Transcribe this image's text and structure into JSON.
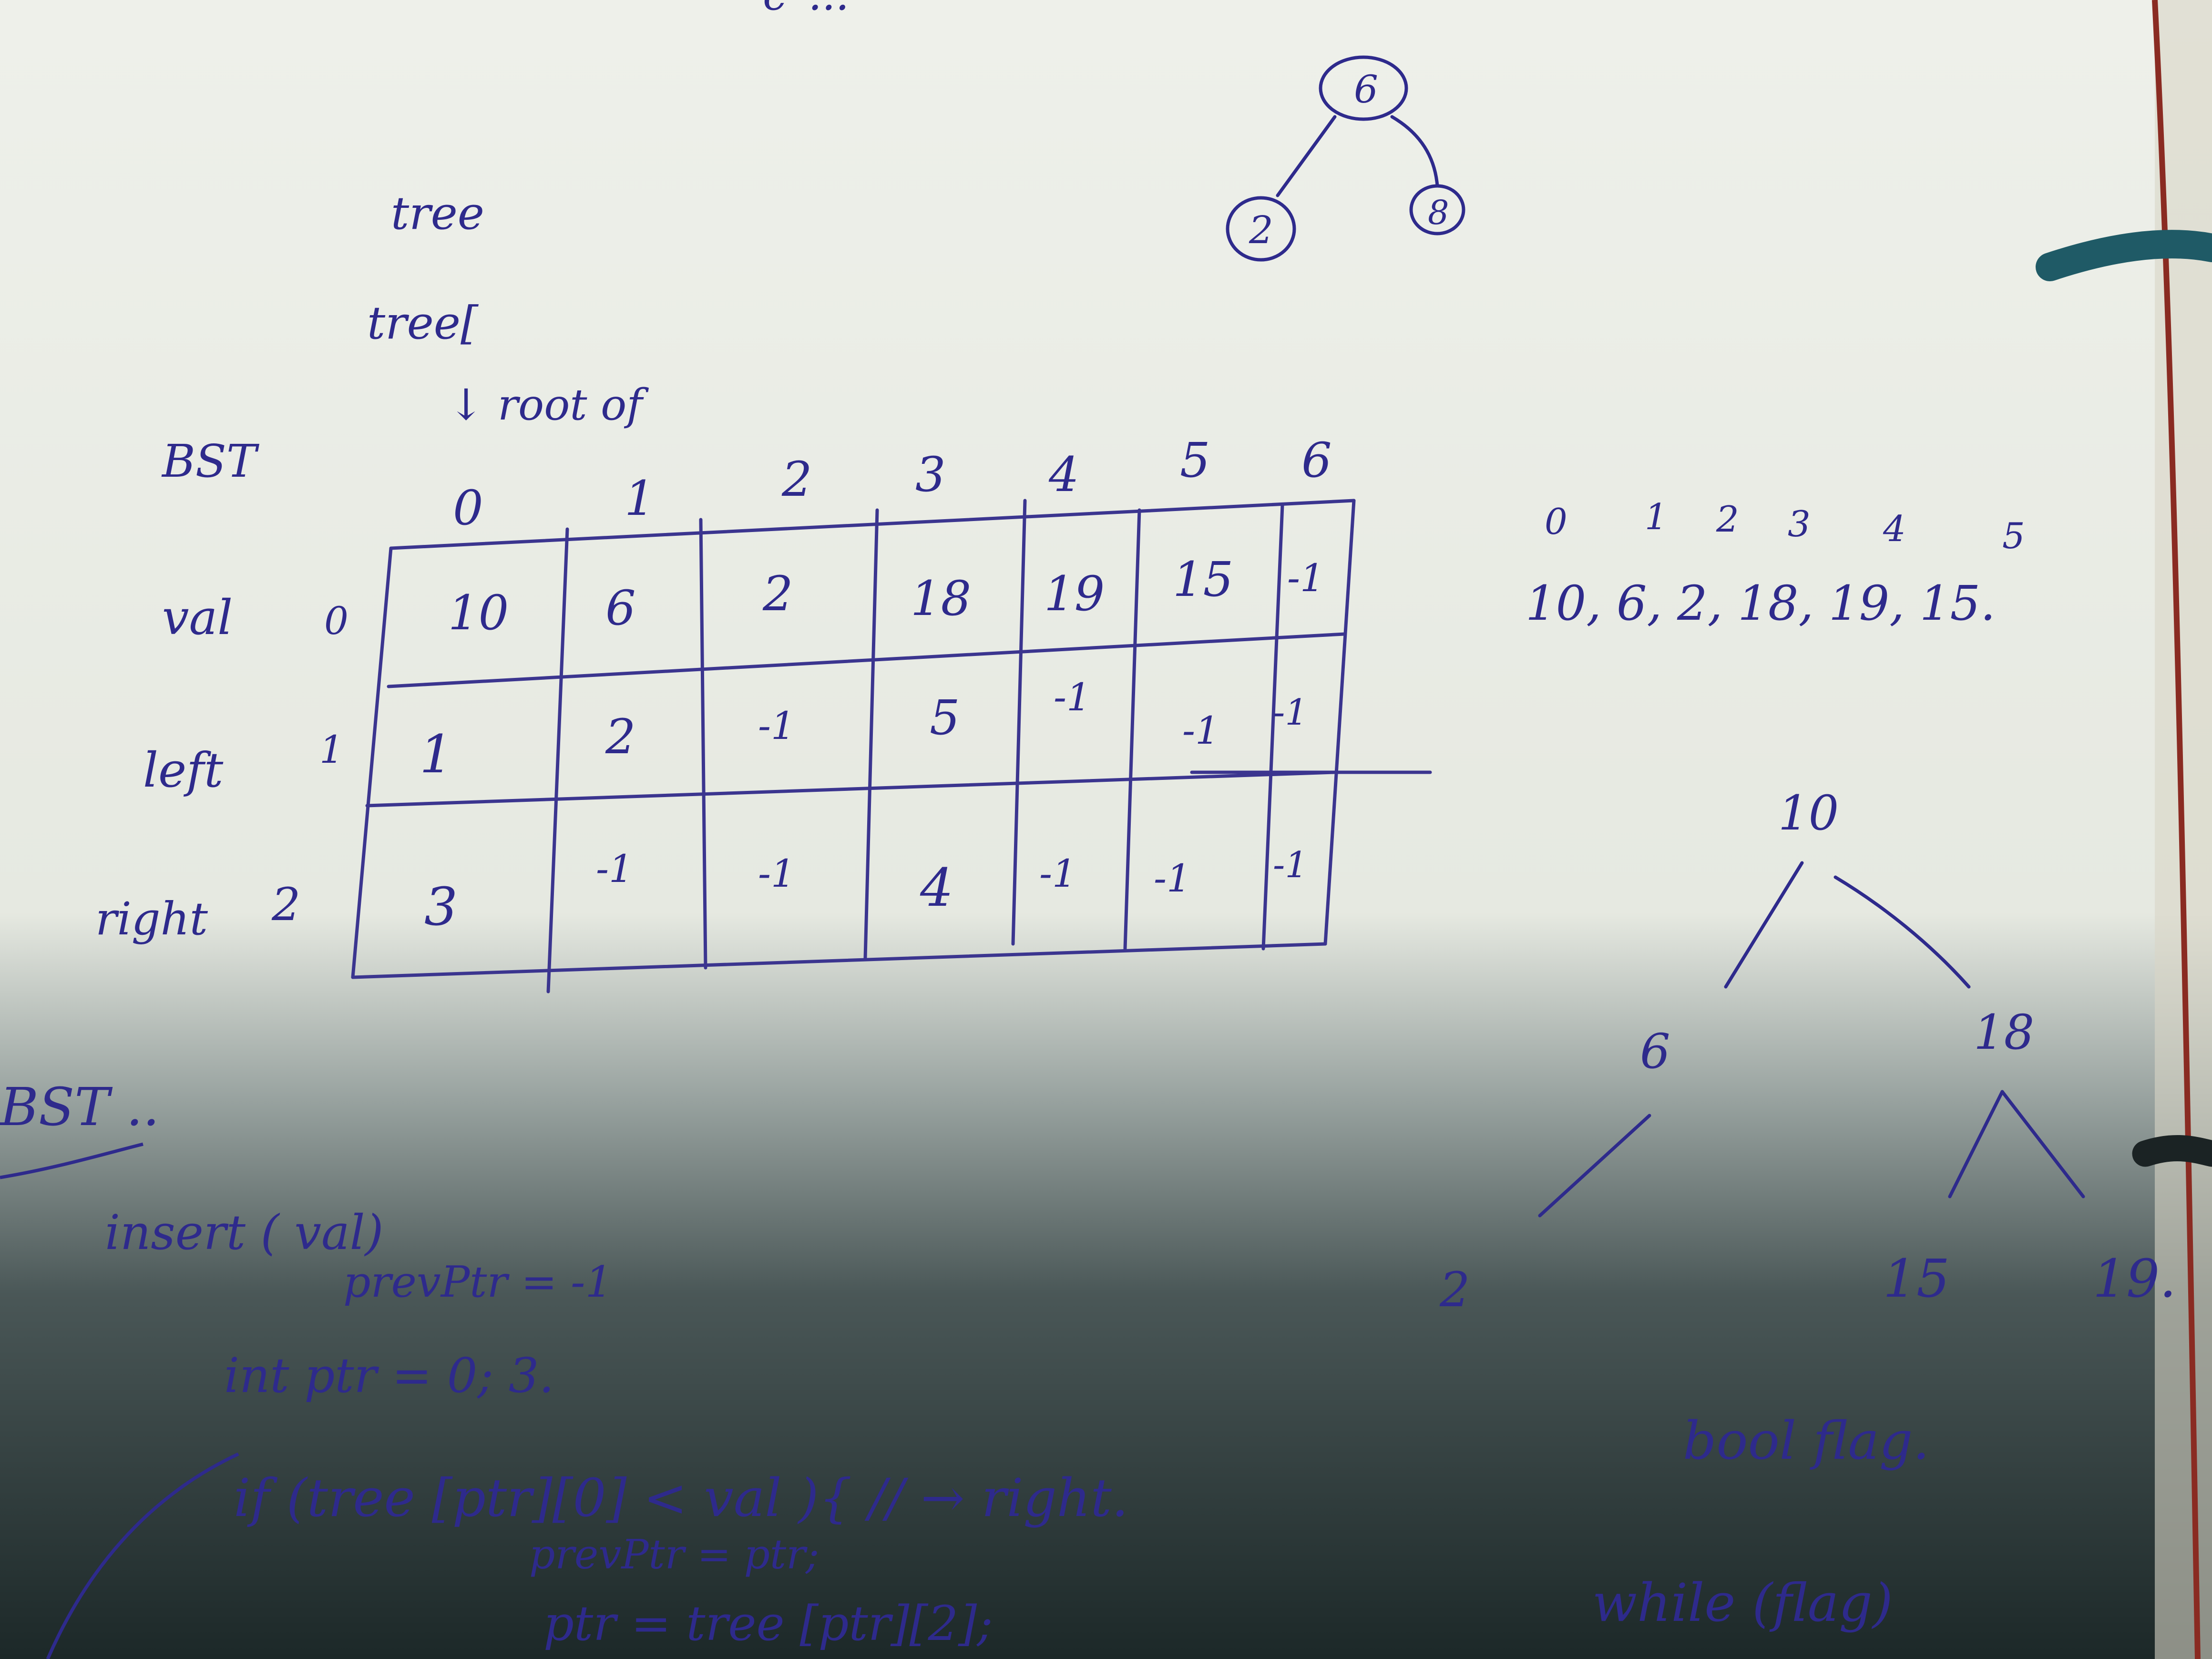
{
  "top_fragment": "c–...",
  "small_tree": {
    "root": "6",
    "left": "2",
    "right": "8"
  },
  "margin_notes": [
    "tree",
    "tree[",
    "↓ root of"
  ],
  "table": {
    "title": "BST",
    "column_indices": [
      "0",
      "1",
      "2",
      "3",
      "4",
      "5",
      "6"
    ],
    "rows": [
      {
        "label": "val",
        "index": "0",
        "cells": [
          "10",
          "6",
          "2",
          "18",
          "19",
          "15",
          "-1"
        ]
      },
      {
        "label": "left",
        "index": "1",
        "cells": [
          "1",
          "2",
          "-1",
          "5",
          "-1",
          "-1",
          "-1"
        ]
      },
      {
        "label": "right",
        "index": "2",
        "cells": [
          "3",
          "-1",
          "-1",
          "4",
          "-1",
          "-1",
          "-1"
        ]
      }
    ]
  },
  "sequence": {
    "indices": [
      "0",
      "1",
      "2",
      "3",
      "4",
      "5"
    ],
    "values": "10, 6, 2, 18, 19, 15."
  },
  "big_tree": {
    "root": "10",
    "left": "6",
    "right": "18",
    "left_left": "2",
    "right_left": "15",
    "right_right": "19."
  },
  "code": {
    "heading": "BST ..",
    "line1": "insert ( val)",
    "line2": "prevPtr = -1",
    "line3": "int  ptr = 0; 3.",
    "line4": "if (tree [ptr][0] < val ){ // → right.",
    "line5": "prevPtr = ptr;",
    "line6": "ptr = tree [ptr][2];",
    "bool_note": "bool flag.",
    "while_note": "while (flag)"
  },
  "colors": {
    "paper": "#e8ebe3",
    "ink": "#2e2a8c",
    "shadow": "#1c2a2b",
    "string": "#1f5a66"
  }
}
